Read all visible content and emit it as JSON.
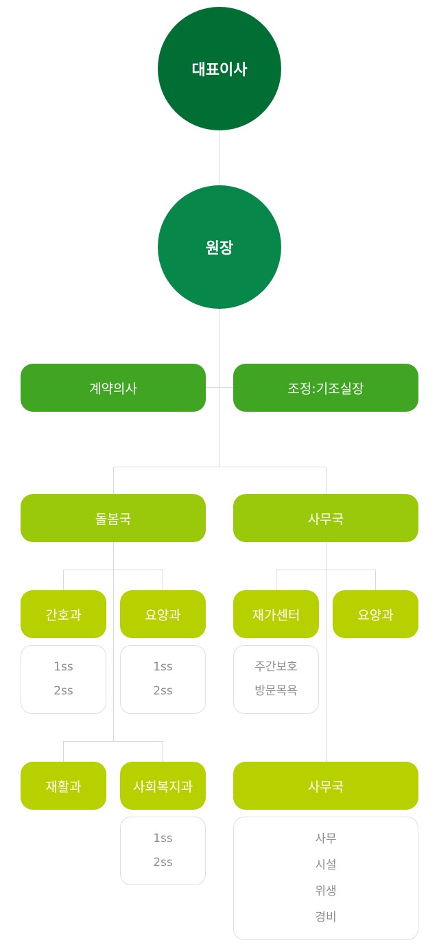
{
  "colors": {
    "ceo": "#016f34",
    "director": "#08874a",
    "level2": "#41a524",
    "level3": "#99c90a",
    "level4": "#b7d000",
    "connector": "#d9d9d9"
  },
  "ceo": {
    "label": "대표이사"
  },
  "director": {
    "label": "원장"
  },
  "advisors": [
    {
      "label": "계약의사"
    },
    {
      "label": "조정:기조실장"
    }
  ],
  "bureaus": [
    {
      "label": "돌봄국"
    },
    {
      "label": "사무국"
    }
  ],
  "departments": {
    "nursing": {
      "label": "간호과",
      "items": [
        "1ss",
        "2ss"
      ]
    },
    "care_left": {
      "label": "요양과",
      "items": [
        "1ss",
        "2ss"
      ]
    },
    "home_center": {
      "label": "재가센터",
      "items": [
        "주간보호",
        "방문목욕"
      ]
    },
    "care_right": {
      "label": "요양과"
    },
    "rehab": {
      "label": "재활과"
    },
    "social_welfare": {
      "label": "사회복지과",
      "items": [
        "1ss",
        "2ss"
      ]
    },
    "office": {
      "label": "사무국",
      "items": [
        "사무",
        "시설",
        "위생",
        "경비"
      ]
    }
  }
}
